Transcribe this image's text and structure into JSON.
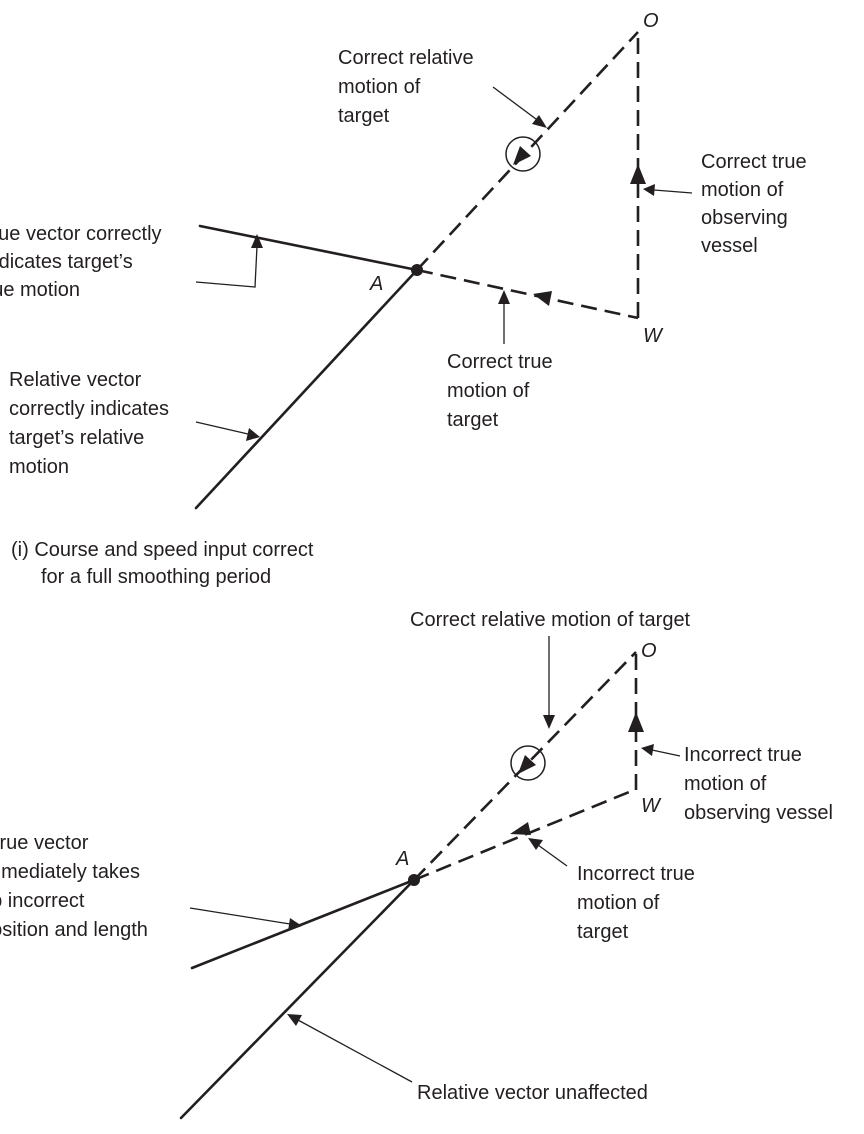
{
  "panel_1": {
    "point_o": "O",
    "point_a": "A",
    "point_w": "W",
    "labels": {
      "correct_relative_motion": [
        "Correct relative",
        "motion of",
        "target"
      ],
      "correct_true_motion_observing": [
        "Correct true",
        "motion of",
        "observing",
        "vessel"
      ],
      "true_vector_indicates": [
        "True vector correctly",
        "indicates target’s",
        "true motion"
      ],
      "correct_true_motion_target": [
        "Correct true",
        "motion of",
        "target"
      ],
      "relative_vector_indicates": [
        "Relative vector",
        "correctly indicates",
        "target’s relative",
        "motion"
      ]
    },
    "caption": [
      "(i) Course and speed input correct",
      "for a full smoothing period"
    ]
  },
  "panel_2": {
    "point_o": "O",
    "point_a": "A",
    "point_w": "W",
    "labels": {
      "correct_relative_motion": [
        "Correct relative motion of target"
      ],
      "incorrect_true_motion_observing": [
        "Incorrect true",
        "motion of",
        "observing vessel"
      ],
      "true_vector_immediately": [
        "True vector",
        "immediately takes",
        "up incorrect",
        "position and length"
      ],
      "incorrect_true_motion_target": [
        "Incorrect true",
        "motion of",
        "target"
      ],
      "relative_vector_unaffected": [
        "Relative vector unaffected"
      ]
    }
  }
}
